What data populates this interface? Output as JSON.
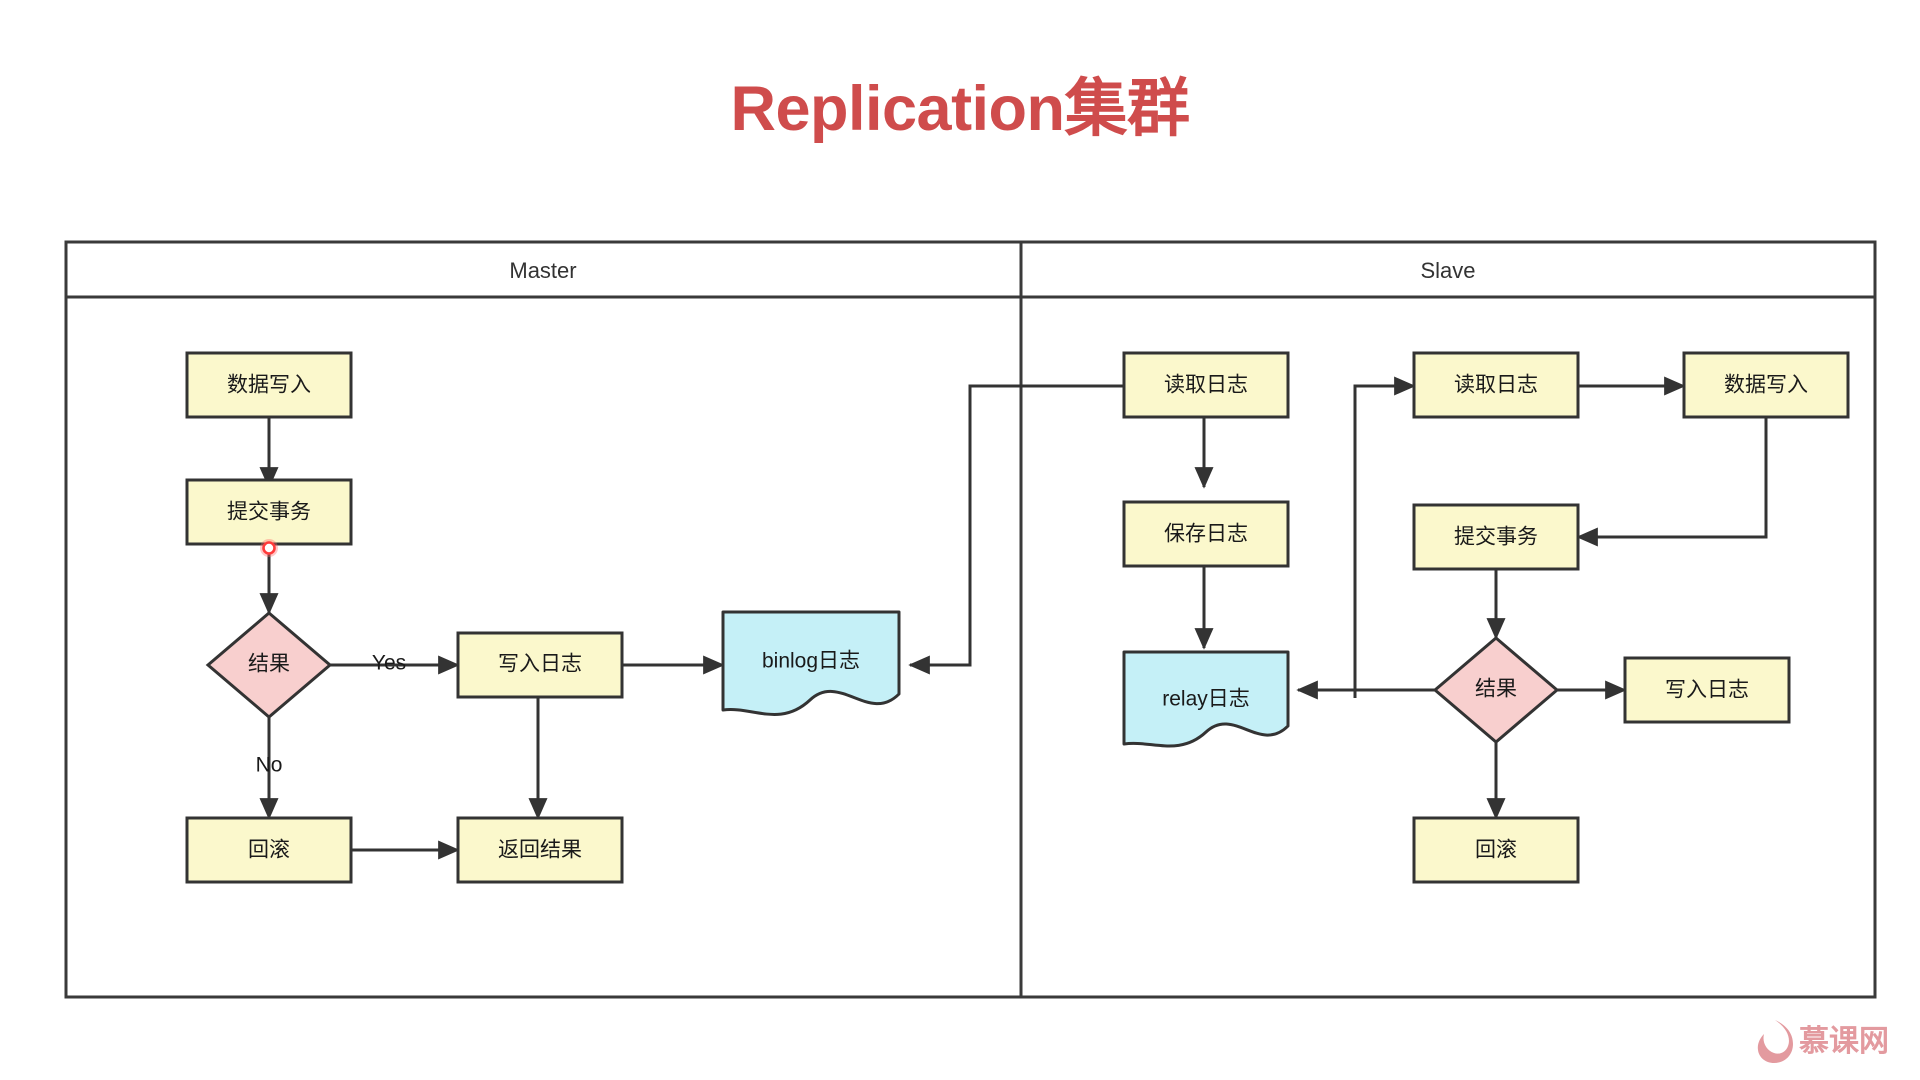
{
  "title": "Replication集群",
  "title_color": "#cf4c4c",
  "colors": {
    "process_fill": "#fbf8cc",
    "process_stroke": "#333333",
    "decision_fill": "#f8cfce",
    "decision_stroke": "#333333",
    "document_fill": "#c5f0f7",
    "document_stroke": "#333333",
    "lane_stroke": "#3a3a3a",
    "edge_stroke": "#333333",
    "connection_point": "#ff4d4d",
    "watermark": "#e39a9f"
  },
  "lanes": [
    {
      "id": "master",
      "label": "Master"
    },
    {
      "id": "slave",
      "label": "Slave"
    }
  ],
  "master": {
    "nodes": {
      "data_write": "数据写入",
      "commit_tx": "提交事务",
      "result": "结果",
      "write_log": "写入日志",
      "binlog": "binlog日志",
      "rollback": "回滚",
      "return_result": "返回结果"
    },
    "edge_labels": {
      "yes": "Yes",
      "no": "No"
    }
  },
  "slave": {
    "nodes": {
      "read_log_io": "读取日志",
      "save_log": "保存日志",
      "relay_log": "relay日志",
      "read_log_sql": "读取日志",
      "data_write": "数据写入",
      "commit_tx": "提交事务",
      "result": "结果",
      "write_log": "写入日志",
      "rollback": "回滚"
    }
  },
  "watermark": {
    "text": "慕课网",
    "icon": "flame-icon"
  }
}
